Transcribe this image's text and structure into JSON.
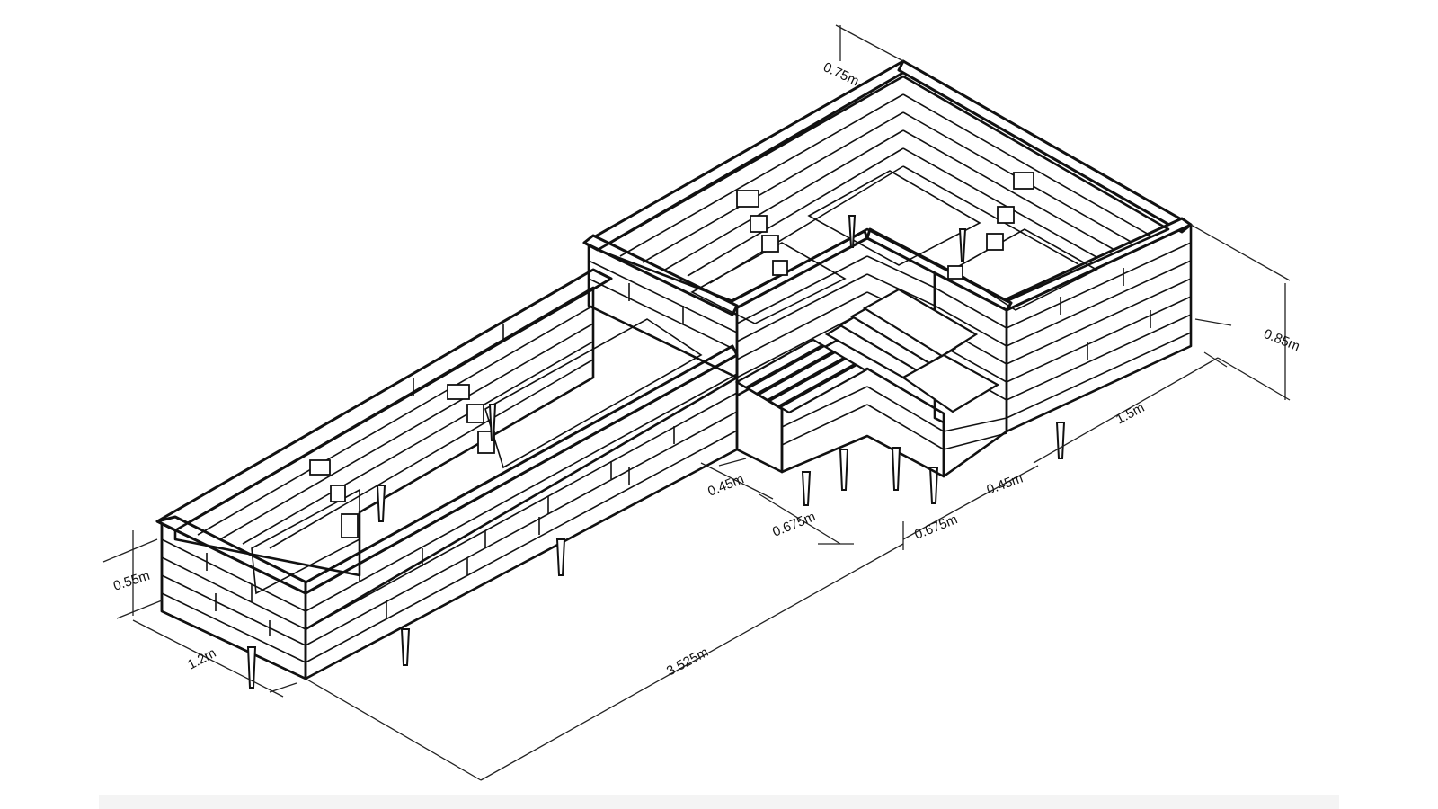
{
  "drawing": {
    "dimensions": {
      "short_wall_height": "0.55m",
      "end_width": "1.2m",
      "long_length": "3.525m",
      "back_height_top": "0.75m",
      "tall_height": "0.85m",
      "right_width": "1.5m",
      "seat_depth_left": "0.45m",
      "seat_depth_right": "0.45m",
      "seat_span_left": "0.675m",
      "seat_span_right": "0.675m"
    }
  }
}
